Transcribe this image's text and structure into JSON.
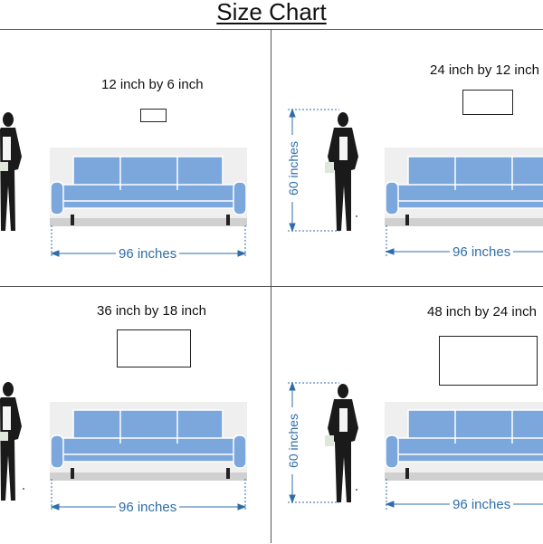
{
  "title": "Size Chart",
  "colors": {
    "sofa_fill": "#7ba7dc",
    "sofa_outline": "#ffffff",
    "dimension_blue": "#2f6ea9",
    "wall_gray": "#efefef",
    "floor_gray": "#d0d0d0",
    "figure": "#1a1a1a"
  },
  "panels": [
    {
      "size_label": "12 inch by 6 inch",
      "width_label": "96 inches",
      "height_label": ""
    },
    {
      "size_label": "24 inch by 12 inch",
      "width_label": "96 inches",
      "height_label": "60 inches"
    },
    {
      "size_label": "36 inch by 18 inch",
      "width_label": "96 inches",
      "height_label": ""
    },
    {
      "size_label": "48 inch by 24 inch",
      "width_label": "96 inches",
      "height_label": "60 inches"
    }
  ]
}
